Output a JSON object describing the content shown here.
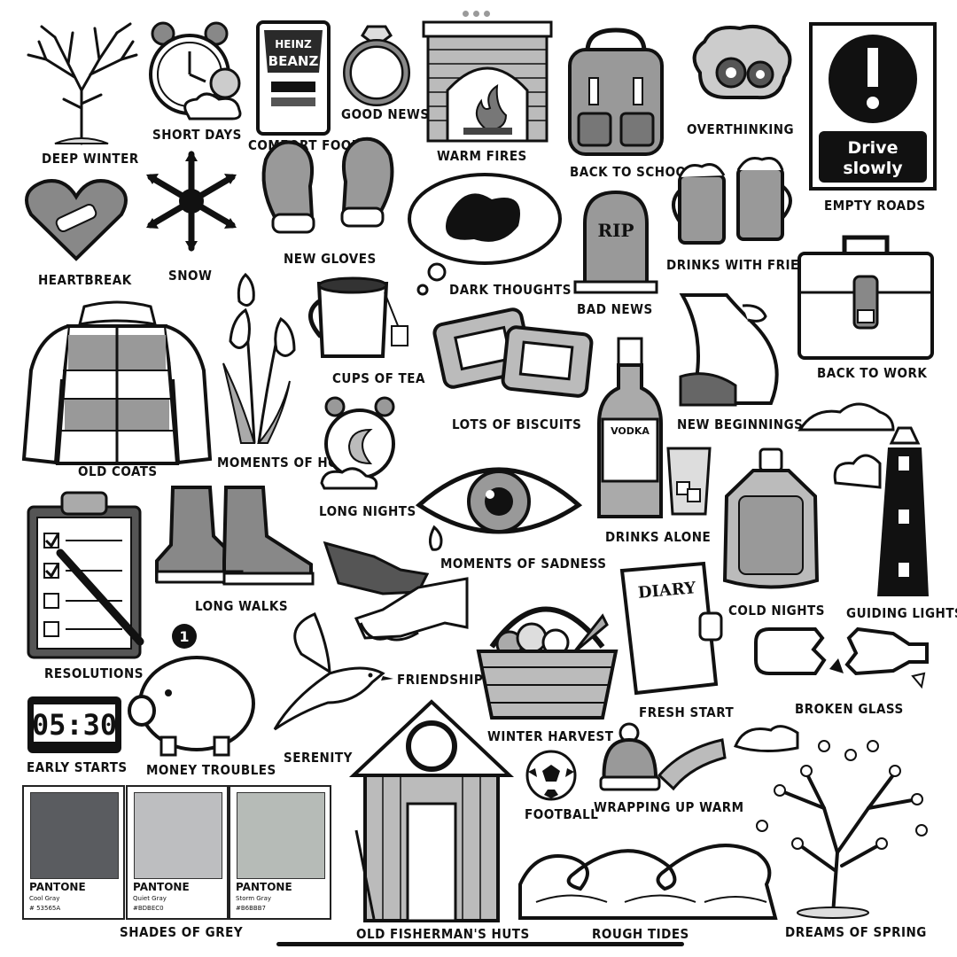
{
  "illustration_labels": {
    "deep_winter": "DEEP WINTER",
    "short_days": "SHORT DAYS",
    "comfort_food": "COMFORT FOOD",
    "good_news": "GOOD NEWS",
    "warm_fires": "WARM FIRES",
    "back_to_school": "BACK TO SCHOOL",
    "overthinking": "OVERTHINKING",
    "empty_roads": "EMPTY ROADS",
    "heartbreak": "HEARTBREAK",
    "snow": "SNOW",
    "new_gloves": "NEW GLOVES",
    "dark_thoughts": "DARK THOUGHTS",
    "bad_news": "BAD NEWS",
    "drinks_with_friends": "DRINKS WITH FRIENDS",
    "back_to_work": "BACK TO WORK",
    "cups_of_tea": "CUPS OF TEA",
    "lots_of_biscuits": "LOTS OF BISCUITS",
    "new_beginnings": "NEW BEGINNINGS",
    "old_coats": "OLD COATS",
    "moments_of_hope": "MOMENTS OF HOPE",
    "long_nights": "LONG NIGHTS",
    "moments_of_sadness": "MOMENTS OF SADNESS",
    "drinks_alone": "DRINKS ALONE",
    "cold_nights": "COLD NIGHTS",
    "guiding_lights": "GUIDING LIGHTS",
    "long_walks": "LONG WALKS",
    "resolutions": "RESOLUTIONS",
    "friendship": "FRIENDSHIP",
    "fresh_start": "FRESH START",
    "broken_glass": "BROKEN GLASS",
    "winter_harvest": "WINTER HARVEST",
    "early_starts": "EARLY STARTS",
    "money_troubles": "MONEY TROUBLES",
    "serenity": "SERENITY",
    "football": "FOOTBALL",
    "wrapping_up_warm": "WRAPPING UP WARM",
    "shades_of_grey": "SHADES OF GREY",
    "old_fishermans_huts": "OLD FISHERMAN'S HUTS",
    "rough_tides": "ROUGH TIDES",
    "dreams_of_spring": "DREAMS OF SPRING"
  },
  "drawn_text": {
    "heinz_brand": "HEINZ",
    "beanz": "BEANZ",
    "sign_line1": "Drive",
    "sign_line2": "slowly",
    "tombstone": "RIP",
    "vodka": "VODKA",
    "diary": "DIARY",
    "clock_display": "05:30",
    "coin": "1"
  },
  "pantone_swatches": [
    {
      "brand": "PANTONE",
      "name": "Cool Gray",
      "code": "# 53565A",
      "color": "#5a5c60"
    },
    {
      "brand": "PANTONE",
      "name": "Quiet Gray",
      "code": "#BDBEC0",
      "color": "#bdbec0"
    },
    {
      "brand": "PANTONE",
      "name": "Storm Gray",
      "code": "#B6BBB7",
      "color": "#b6bbb7"
    }
  ],
  "colors": {
    "ink": "#111111",
    "grey_dark": "#5a5a5a",
    "grey_mid": "#8e8e8e",
    "grey_light": "#c9c9c9"
  }
}
